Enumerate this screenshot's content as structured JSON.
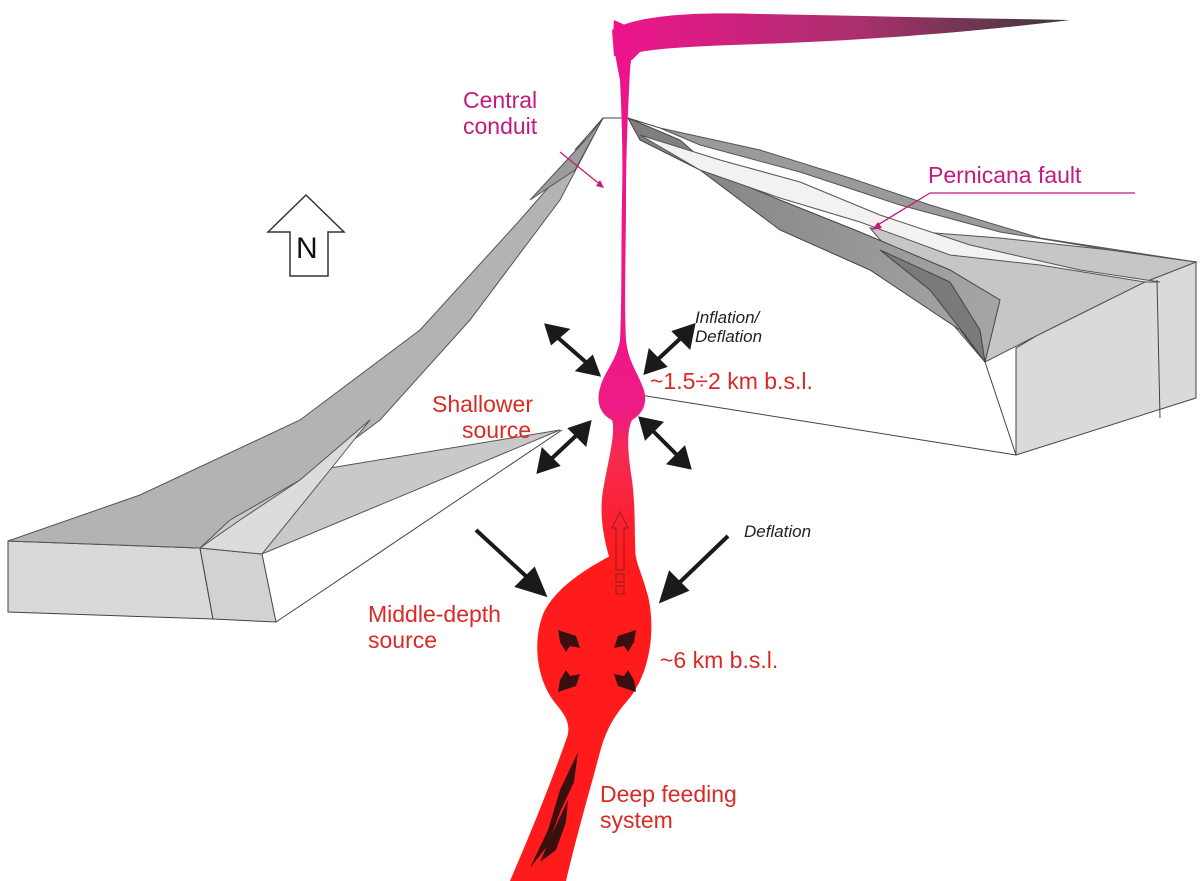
{
  "colors": {
    "conduit_magenta": "#e8158a",
    "magma_red": "#ff1b1b",
    "label_magenta": "#c4197e",
    "label_red": "#d92a26",
    "fault_face_dark": "#8d8d8d",
    "fault_face_mid": "#a9a9a9",
    "block_side": "#d8d8d8",
    "block_top": "#bdbdbd",
    "arrow": "#1a1a1a"
  },
  "north_arrow": {
    "letter": "N",
    "icon": "north-arrow-icon"
  },
  "labels": {
    "central_conduit": [
      "Central",
      "conduit"
    ],
    "pernicana_fault": "Pernicana fault",
    "inflation_deflation": [
      "Inflation/",
      "Deflation"
    ],
    "shallower_source": [
      "Shallower",
      "source"
    ],
    "shallow_depth": "~1.5÷2 km b.s.l.",
    "deflation": "Deflation",
    "middle_depth_source": [
      "Middle-depth",
      "source"
    ],
    "middle_depth": "~6 km b.s.l.",
    "deep_feeding_system": [
      "Deep feeding",
      "system"
    ]
  }
}
